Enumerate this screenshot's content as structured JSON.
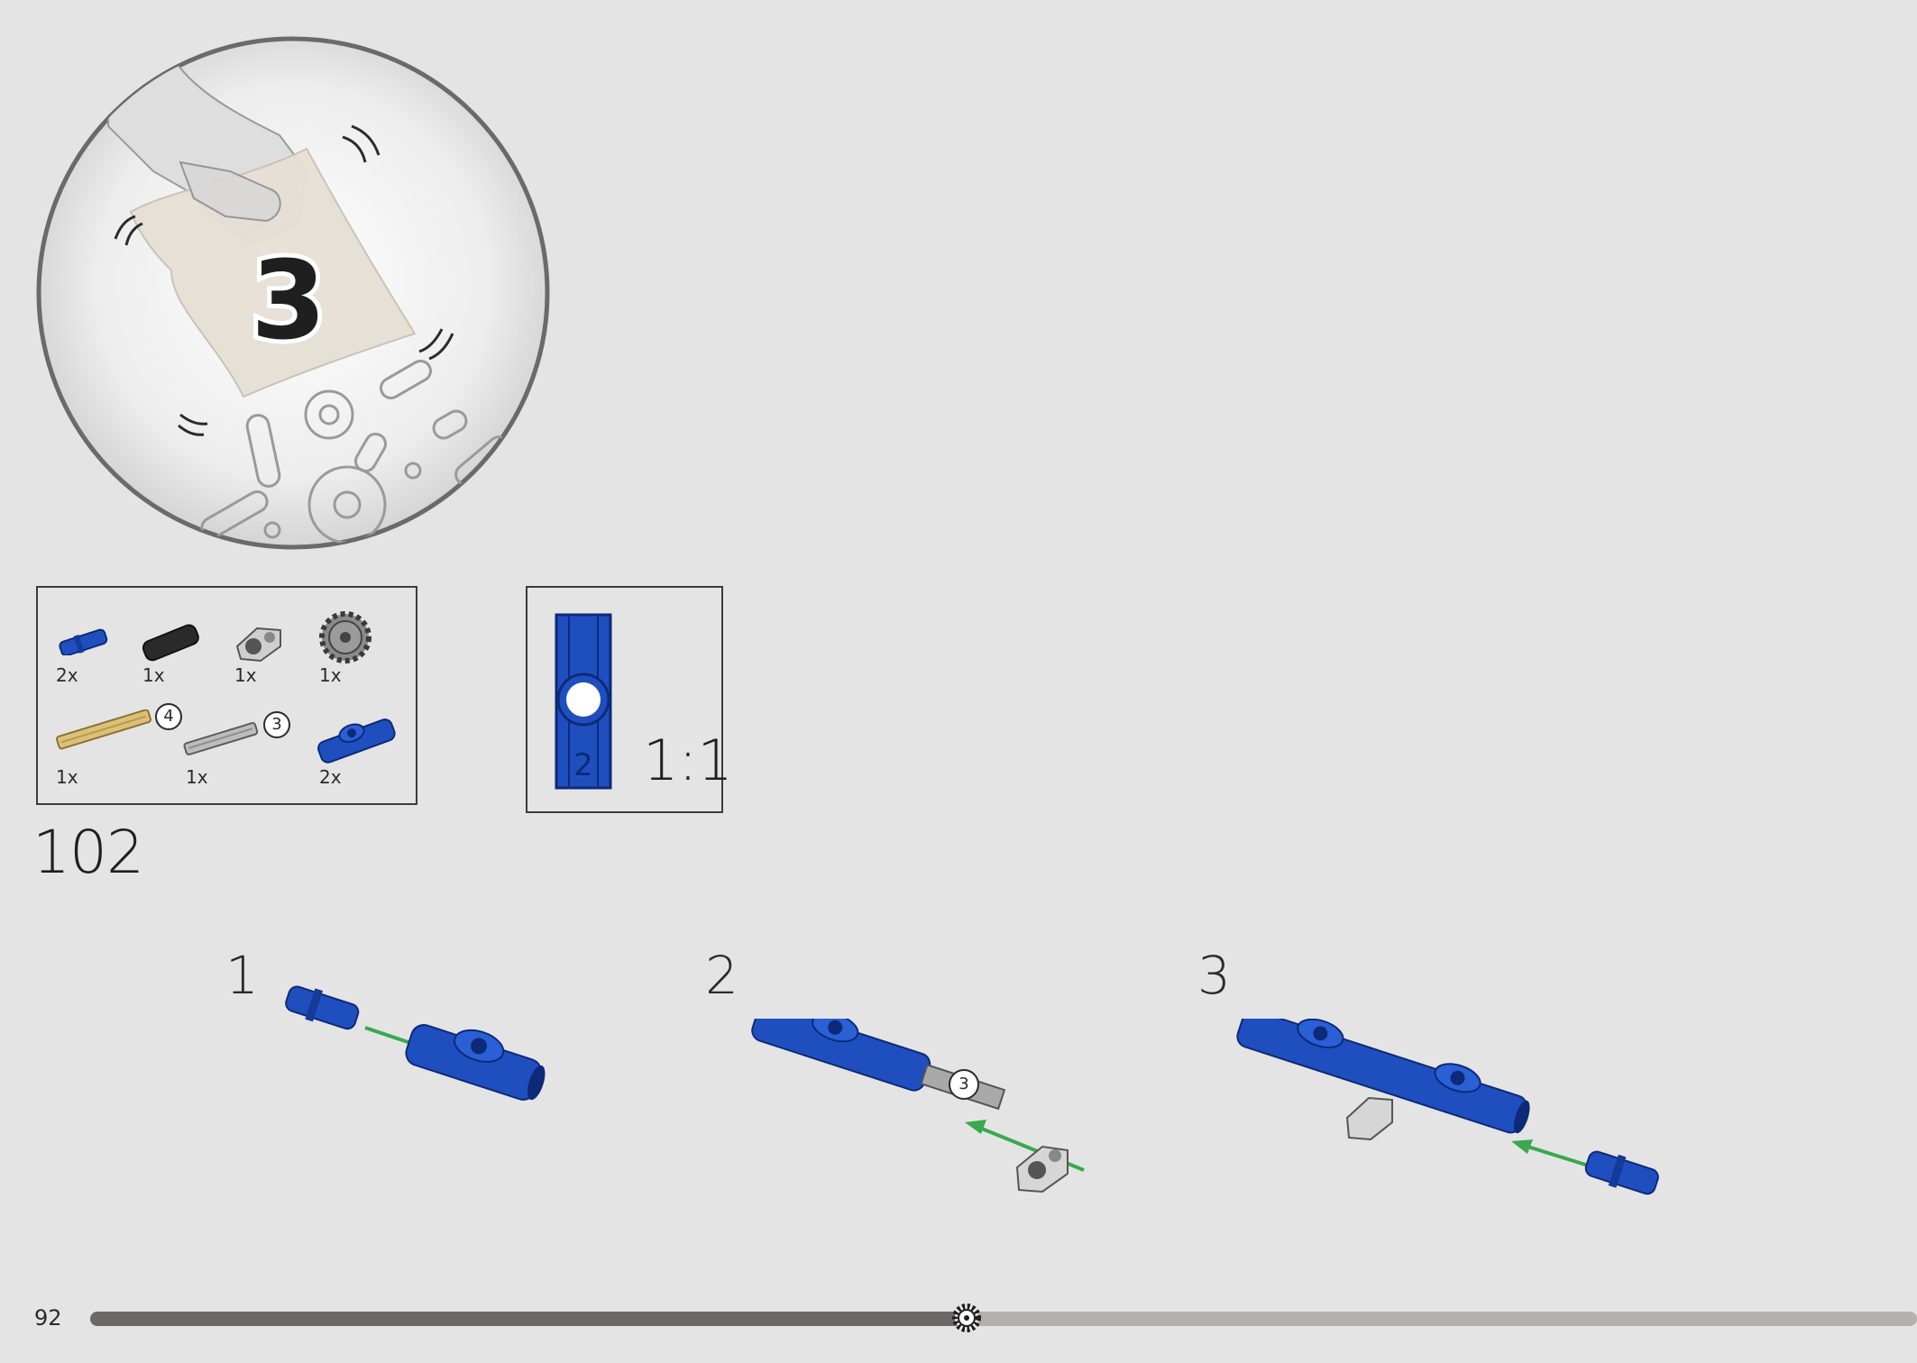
{
  "bag": {
    "number": "3"
  },
  "parts_list": [
    {
      "qty": "2x",
      "icon": "blue-pin-icon"
    },
    {
      "qty": "1x",
      "icon": "black-pin-icon"
    },
    {
      "qty": "1x",
      "icon": "grey-connector-icon"
    },
    {
      "qty": "1x",
      "icon": "grey-gear-icon"
    },
    {
      "qty": "1x",
      "icon": "tan-axle-icon",
      "length": "4"
    },
    {
      "qty": "1x",
      "icon": "grey-axle-icon",
      "length": "3"
    },
    {
      "qty": "2x",
      "icon": "blue-connector-icon"
    }
  ],
  "scale_reference": {
    "ratio": "1:1",
    "length_label": "2"
  },
  "step_number": "102",
  "substeps": [
    {
      "number": "1"
    },
    {
      "number": "2",
      "callout": "3"
    },
    {
      "number": "3"
    }
  ],
  "page_number": "92",
  "progress": {
    "fraction": 0.48
  },
  "colors": {
    "blue": "#1f4fbf",
    "arrow": "#3aa84e",
    "background": "#e4e4e4"
  }
}
